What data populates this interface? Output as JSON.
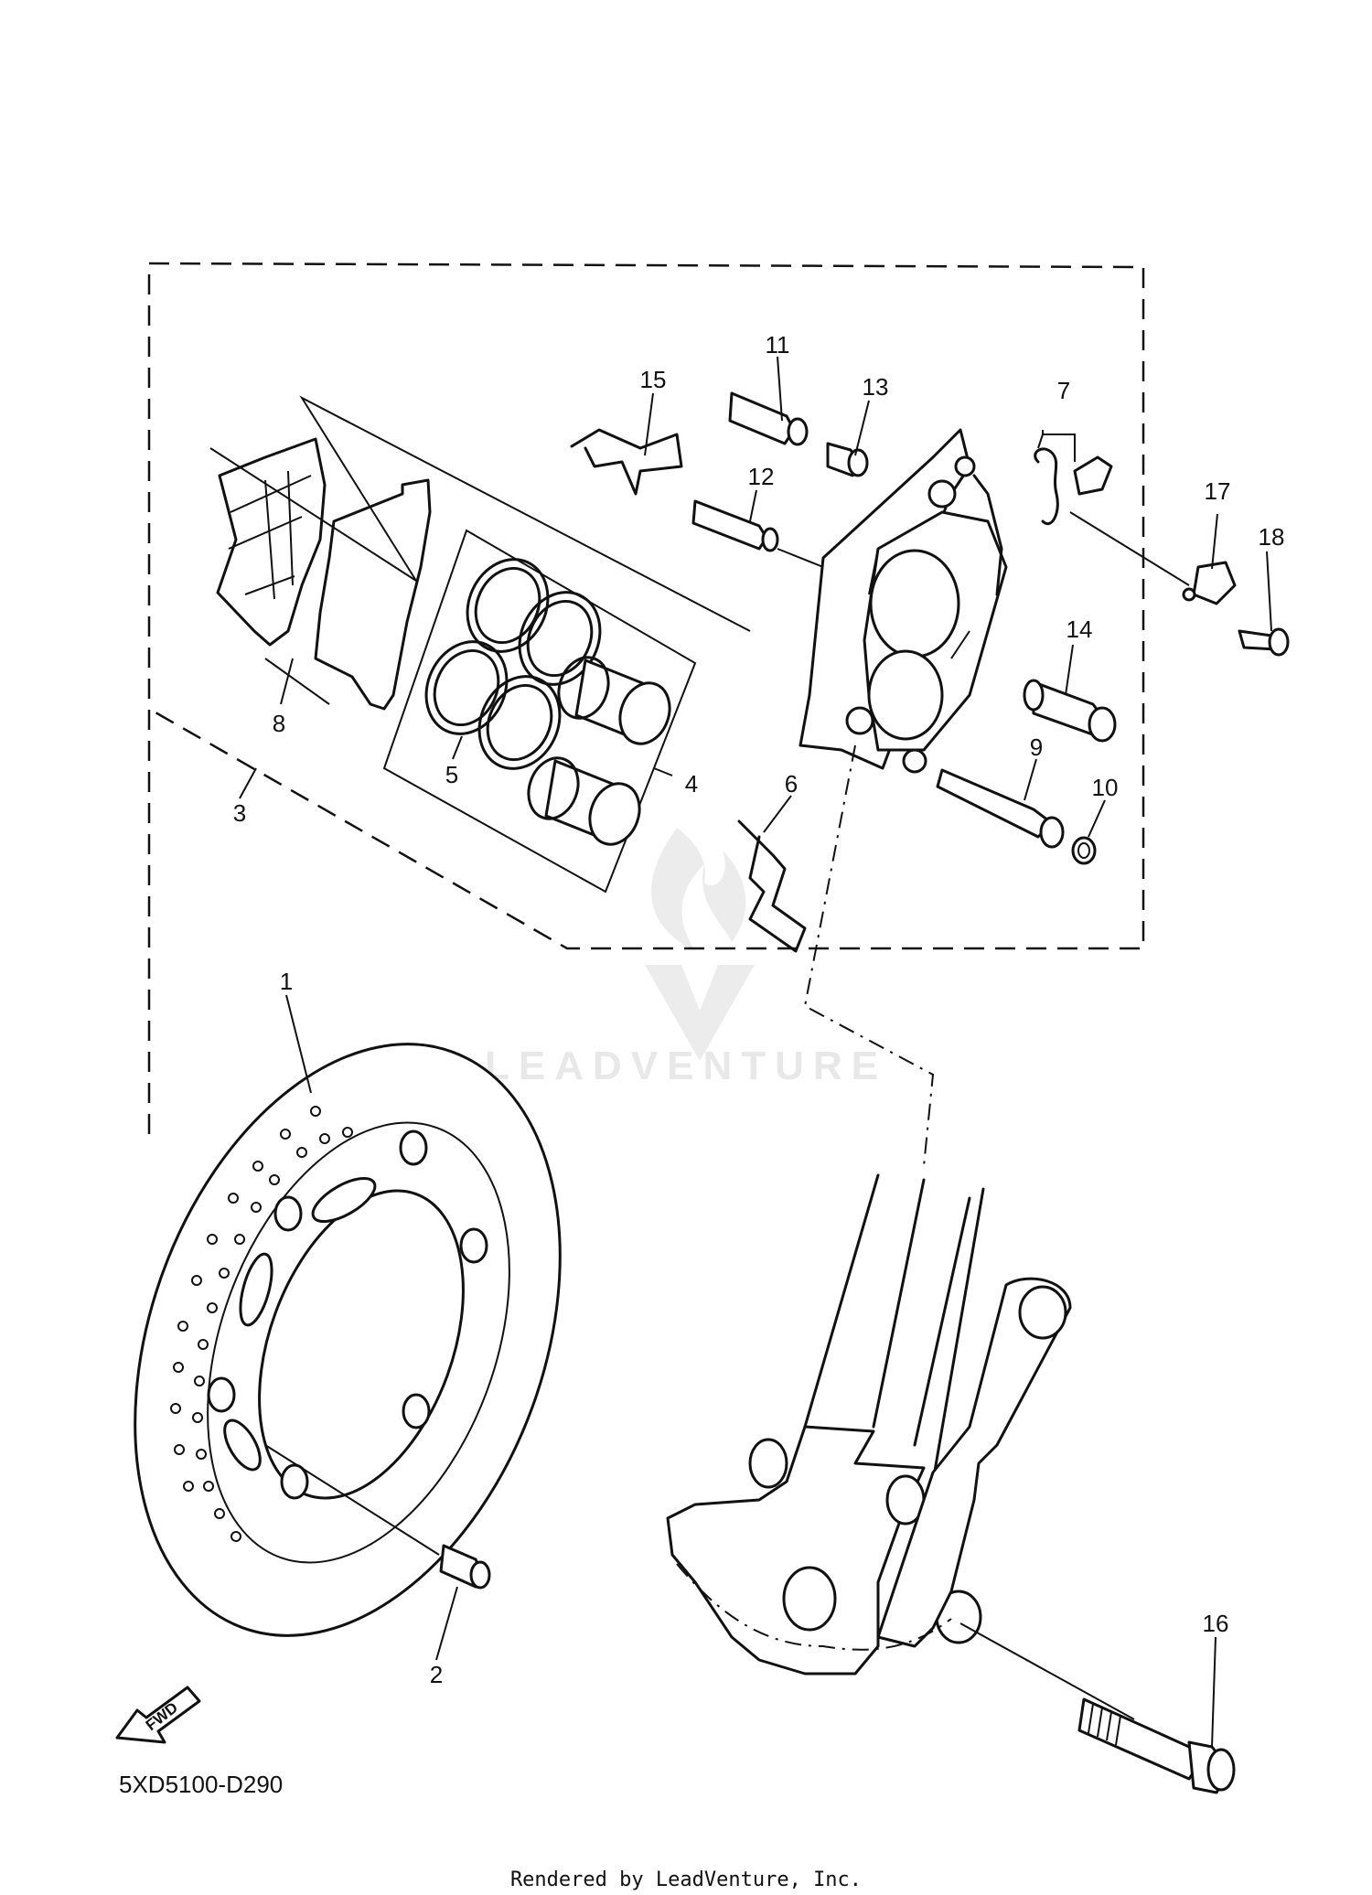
{
  "diagram": {
    "part_code": "5XD5100-D290",
    "credit": "Rendered by LeadVenture, Inc.",
    "watermark": "LEADVENTURE",
    "fwd_label": "FWD",
    "callouts": [
      "1",
      "2",
      "3",
      "4",
      "5",
      "6",
      "7",
      "8",
      "9",
      "10",
      "11",
      "12",
      "13",
      "14",
      "15",
      "16",
      "17",
      "18"
    ]
  }
}
